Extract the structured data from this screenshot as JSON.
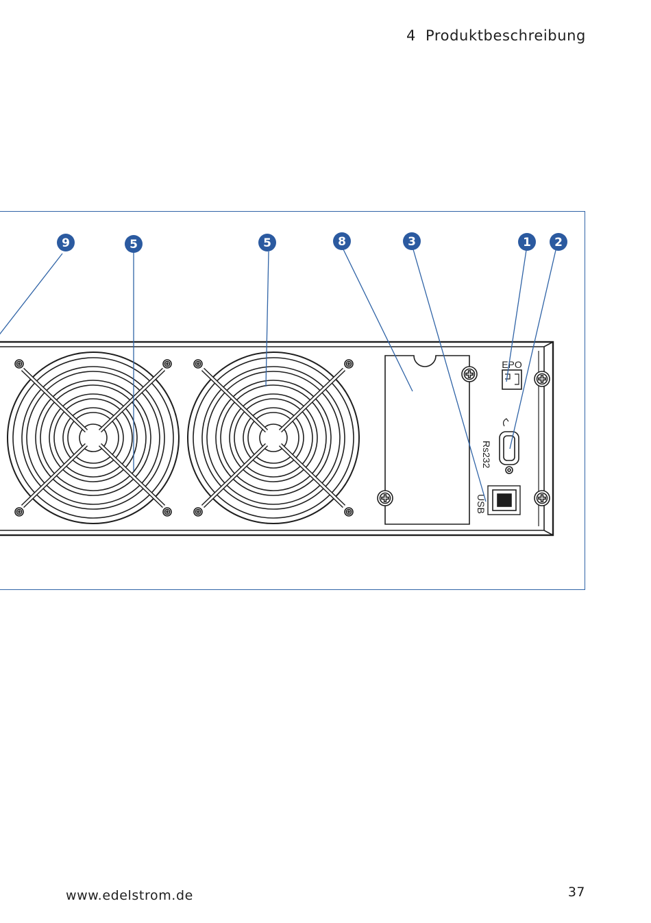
{
  "header": {
    "chapter_number": "4",
    "chapter_title": "Produktbeschreibung"
  },
  "figure": {
    "callouts": [
      "9",
      "5",
      "5",
      "8",
      "3",
      "1",
      "2"
    ],
    "port_labels": {
      "epo": "EPO",
      "rs232": "Rs232",
      "usb": "USB"
    },
    "colors": {
      "callout_fill": "#2b5aa0",
      "leader_line": "#2f63a6",
      "frame_border": "#2f63a6",
      "drawing": "#1e1e1e"
    }
  },
  "footer": {
    "url": "www.edelstrom.de",
    "page_number": "37"
  }
}
